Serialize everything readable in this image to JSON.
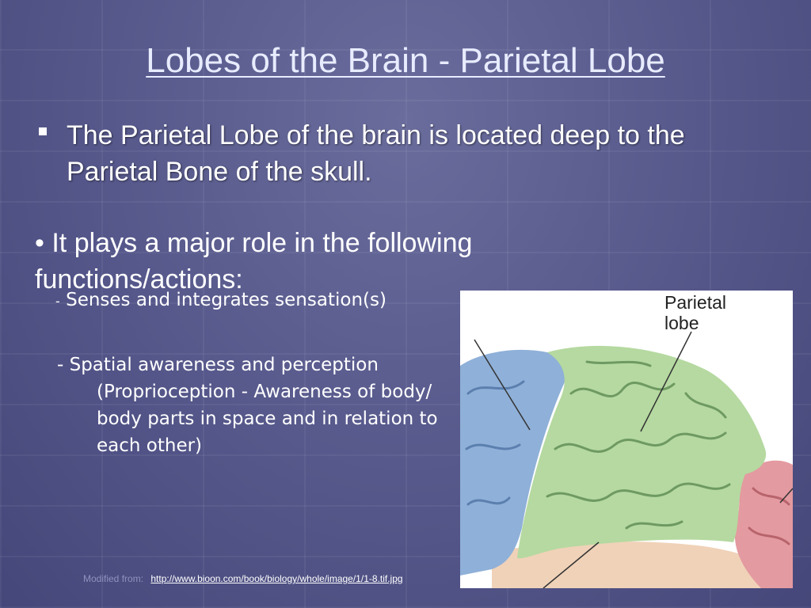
{
  "slide": {
    "title": "Lobes of the Brain - Parietal Lobe",
    "bullet1": "The Parietal Lobe of the brain is located deep to the Parietal Bone of the skull.",
    "bullet2_marker": "•",
    "bullet2": "It plays a major role in the following functions/actions:",
    "sub1_dash": "-",
    "sub1": "Senses and integrates sensation(s)",
    "sub2_lead": "- Spatial awareness and perception",
    "sub2_cont": "(Proprioception - Awareness of body/ body parts in space and in relation to each other)",
    "credit_label": "Modified from:",
    "credit_link": "http://www.bioon.com/book/biology/whole/image/1/1-8.tif.jpg"
  },
  "figure": {
    "label_line1": "Parietal",
    "label_line2": "lobe",
    "colors": {
      "frontal": "#8fb0d8",
      "parietal": "#b5d9a0",
      "occipital": "#e39aa0",
      "temporal": "#f0d2b8",
      "gyri_line": "#6e9a62"
    }
  },
  "colors": {
    "background": "#55578a",
    "title": "#e8ecff",
    "text": "#ffffff",
    "credit": "#8f91bd"
  }
}
